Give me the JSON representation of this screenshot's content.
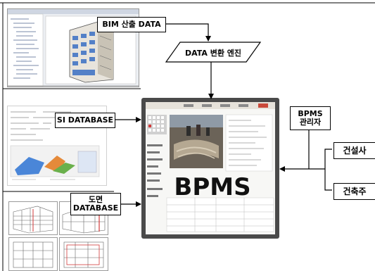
{
  "labels": {
    "bim_data": "BIM 산출 DATA",
    "data_engine": "DATA 변환 엔진",
    "si_database": "SI DATABASE",
    "bpms_manager_line1": "BPMS",
    "bpms_manager_line2": "관리자",
    "contractor": "건설사",
    "owner": "건축주",
    "drawing_db_line1": "도면",
    "drawing_db_line2": "DATABASE",
    "bpms": "BPMS"
  },
  "colors": {
    "frame": "#4a4a4a",
    "line": "#000000",
    "building_blue": "#3a6fc4",
    "chart_red": "#d23a3a"
  }
}
